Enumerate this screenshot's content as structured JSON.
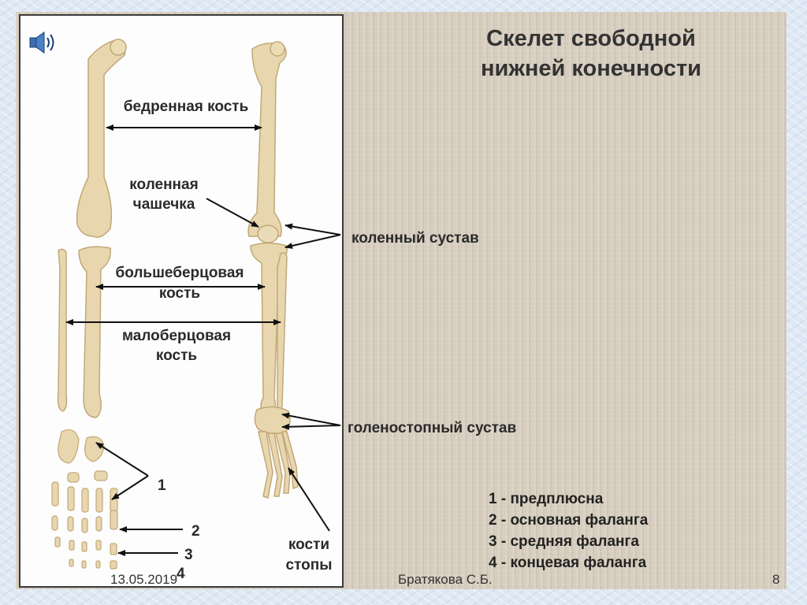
{
  "title": {
    "line1": "Скелет свободной",
    "line2": "нижней конечности"
  },
  "labels": {
    "femur": "бедренная кость",
    "patella_line1": "коленная",
    "patella_line2": "чашечка",
    "knee_joint": "коленный сустав",
    "tibia_line1": "большеберцовая",
    "tibia_line2": "кость",
    "fibula_line1": "малоберцовая",
    "fibula_line2": "кость",
    "ankle_joint": "голеностопный сустав",
    "foot_bones_line1": "кости",
    "foot_bones_line2": "стопы",
    "num1": "1",
    "num2": "2",
    "num3": "3",
    "num4": "4"
  },
  "legend": [
    "1 - предплюсна",
    "2 - основная фаланга",
    "3 - средняя фаланга",
    "4 - концевая фаланга"
  ],
  "footer": {
    "date": "13.05.2019",
    "author": "Братякова С.Б.",
    "page": "8"
  },
  "icons": {
    "sound": "speaker-icon"
  },
  "colors": {
    "bone": "#e8d6ae",
    "bone_shade": "#c9b182",
    "slide_background": "#d6cdbe",
    "text": "#2a2a2a"
  }
}
